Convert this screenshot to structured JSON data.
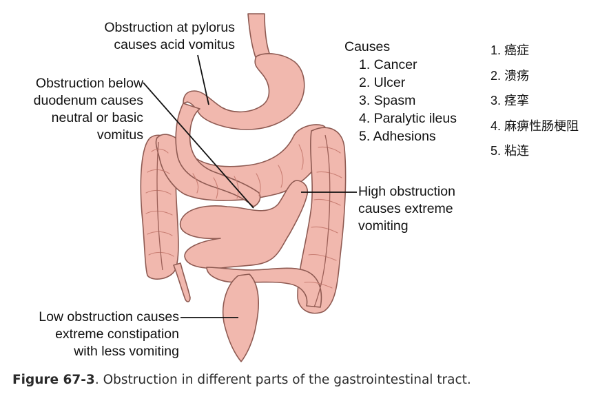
{
  "labels": {
    "pylorus": "Obstruction at pylorus\ncauses acid vomitus",
    "duodenum": "Obstruction below\nduodenum causes\nneutral or basic\nvomitus",
    "high": "High obstruction\ncauses extreme\nvomiting",
    "low": "Low obstruction causes\nextreme constipation\nwith less vomiting"
  },
  "causes": {
    "title": "Causes",
    "items": [
      "1. Cancer",
      "2. Ulcer",
      "3. Spasm",
      "4. Paralytic ileus",
      "5. Adhesions"
    ]
  },
  "causes_zh": [
    "1. 癌症",
    "2. 溃疡",
    "3. 痉挛",
    "4. 麻痹性肠梗阻",
    "5. 粘连"
  ],
  "caption": {
    "figure": "Figure 67-3",
    "text": ". Obstruction in different parts of the gastrointestinal tract."
  },
  "colors": {
    "tissue_fill": "#f1b8ae",
    "tissue_stroke": "#8e5a52",
    "tissue_shade": "#e8a196",
    "leader": "#111111"
  }
}
